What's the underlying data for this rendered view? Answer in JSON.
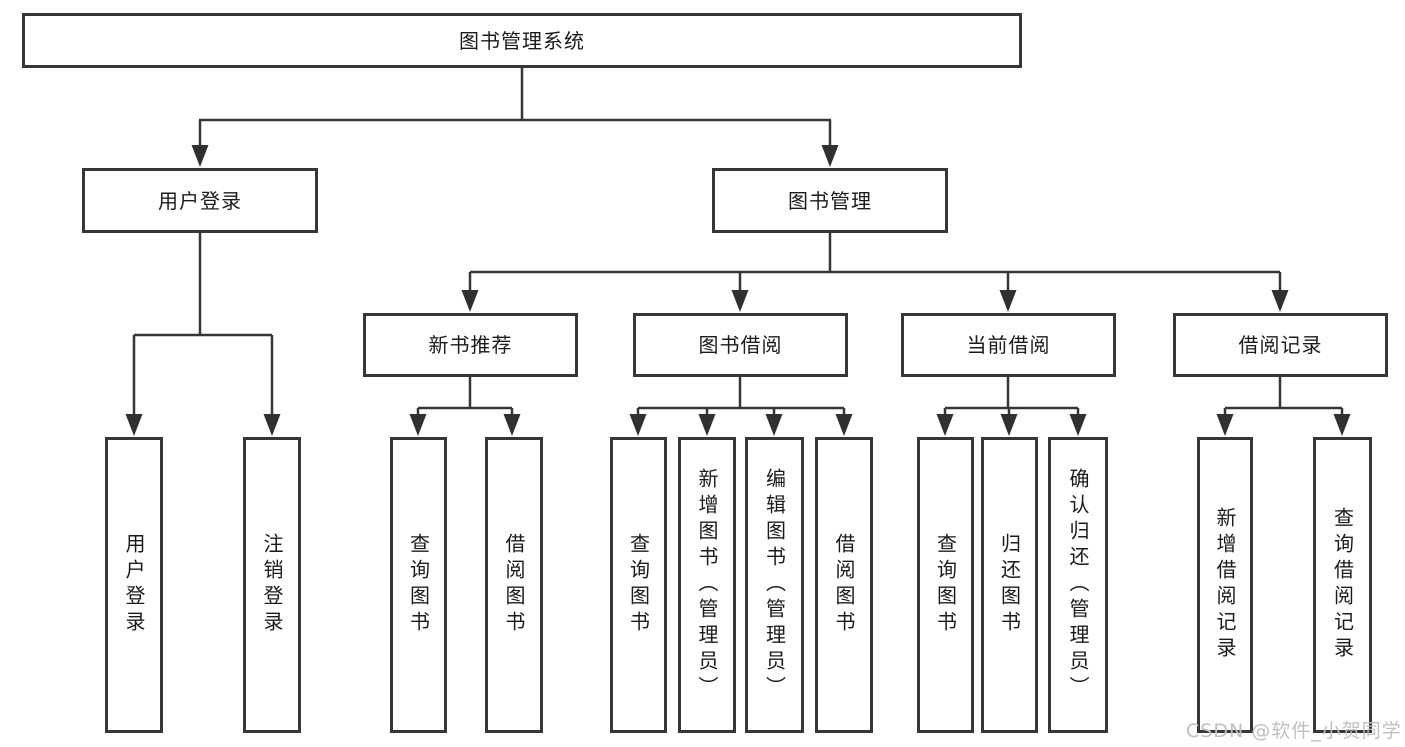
{
  "diagram": {
    "title": "图书管理系统",
    "line_color": "#363636",
    "box_border_color": "#363636",
    "box_fill_color": "#ffffff",
    "text_color": "#1b1b1b",
    "tree": {
      "label": "图书管理系统",
      "children": [
        {
          "label": "用户登录",
          "children": [
            {
              "label": "用户登录"
            },
            {
              "label": "注销登录"
            }
          ]
        },
        {
          "label": "图书管理",
          "children": [
            {
              "label": "新书推荐",
              "children": [
                {
                  "label": "查询图书"
                },
                {
                  "label": "借阅图书"
                }
              ]
            },
            {
              "label": "图书借阅",
              "children": [
                {
                  "label": "查询图书"
                },
                {
                  "label": "新增图书（管理员）"
                },
                {
                  "label": "编辑图书（管理员）"
                },
                {
                  "label": "借阅图书"
                }
              ]
            },
            {
              "label": "当前借阅",
              "children": [
                {
                  "label": "查询图书"
                },
                {
                  "label": "归还图书"
                },
                {
                  "label": "确认归还（管理员）"
                }
              ]
            },
            {
              "label": "借阅记录",
              "children": [
                {
                  "label": "新增借阅记录"
                },
                {
                  "label": "查询借阅记录"
                }
              ]
            }
          ]
        }
      ]
    }
  },
  "watermark": {
    "text": "CSDN @软件_小贺同学",
    "color": "#bfbfbf"
  }
}
